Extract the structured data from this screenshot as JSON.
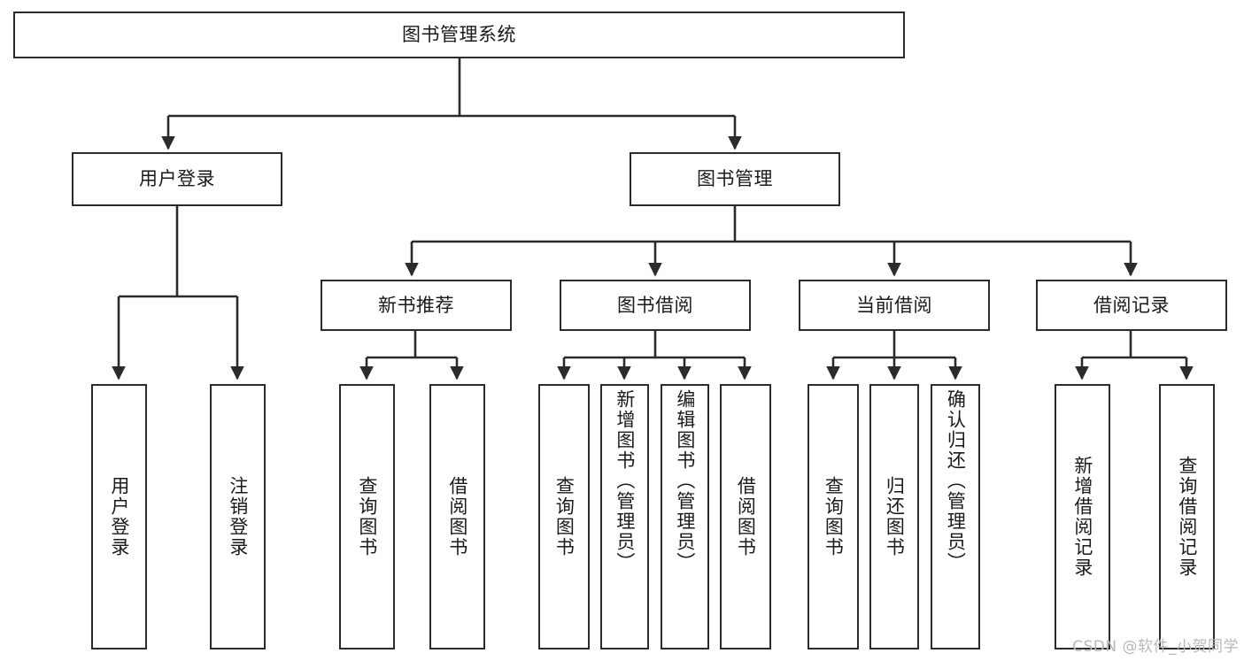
{
  "diagram": {
    "type": "hierarchical-tree",
    "title": "图书管理系统",
    "watermark": "CSDN @软件_小贺同学",
    "colors": {
      "background": "#ffffff",
      "box_fill": "#ffffff",
      "box_stroke": "#2b2b2b",
      "connector": "#2b2b2b",
      "text": "#1a1a1a",
      "watermark": "#b8b8b8"
    },
    "root": {
      "label": "图书管理系统"
    },
    "level2": [
      {
        "id": "user-login",
        "label": "用户登录"
      },
      {
        "id": "book-management",
        "label": "图书管理"
      }
    ],
    "level3": [
      {
        "id": "new-book-recommend",
        "label": "新书推荐",
        "parent": "book-management"
      },
      {
        "id": "book-borrow",
        "label": "图书借阅",
        "parent": "book-management"
      },
      {
        "id": "current-borrow",
        "label": "当前借阅",
        "parent": "book-management"
      },
      {
        "id": "borrow-record",
        "label": "借阅记录",
        "parent": "book-management"
      }
    ],
    "leaves": [
      {
        "id": "leaf-user-login",
        "label": "用户登录",
        "parent": "user-login"
      },
      {
        "id": "leaf-logout-login",
        "label": "注销登录",
        "parent": "user-login"
      },
      {
        "id": "leaf-query-book-1",
        "label": "查询图书",
        "parent": "new-book-recommend"
      },
      {
        "id": "leaf-borrow-book-1",
        "label": "借阅图书",
        "parent": "new-book-recommend"
      },
      {
        "id": "leaf-query-book-2",
        "label": "查询图书",
        "parent": "book-borrow"
      },
      {
        "id": "leaf-add-book",
        "label": "新增图书（管理员）",
        "parent": "book-borrow"
      },
      {
        "id": "leaf-edit-book",
        "label": "编辑图书（管理员）",
        "parent": "book-borrow"
      },
      {
        "id": "leaf-borrow-book-2",
        "label": "借阅图书",
        "parent": "book-borrow"
      },
      {
        "id": "leaf-query-book-3",
        "label": "查询图书",
        "parent": "current-borrow"
      },
      {
        "id": "leaf-return-book",
        "label": "归还图书",
        "parent": "current-borrow"
      },
      {
        "id": "leaf-confirm-return",
        "label": "确认归还（管理员）",
        "parent": "current-borrow"
      },
      {
        "id": "leaf-add-record",
        "label": "新增借阅记录",
        "parent": "borrow-record"
      },
      {
        "id": "leaf-query-record",
        "label": "查询借阅记录",
        "parent": "borrow-record"
      }
    ]
  }
}
